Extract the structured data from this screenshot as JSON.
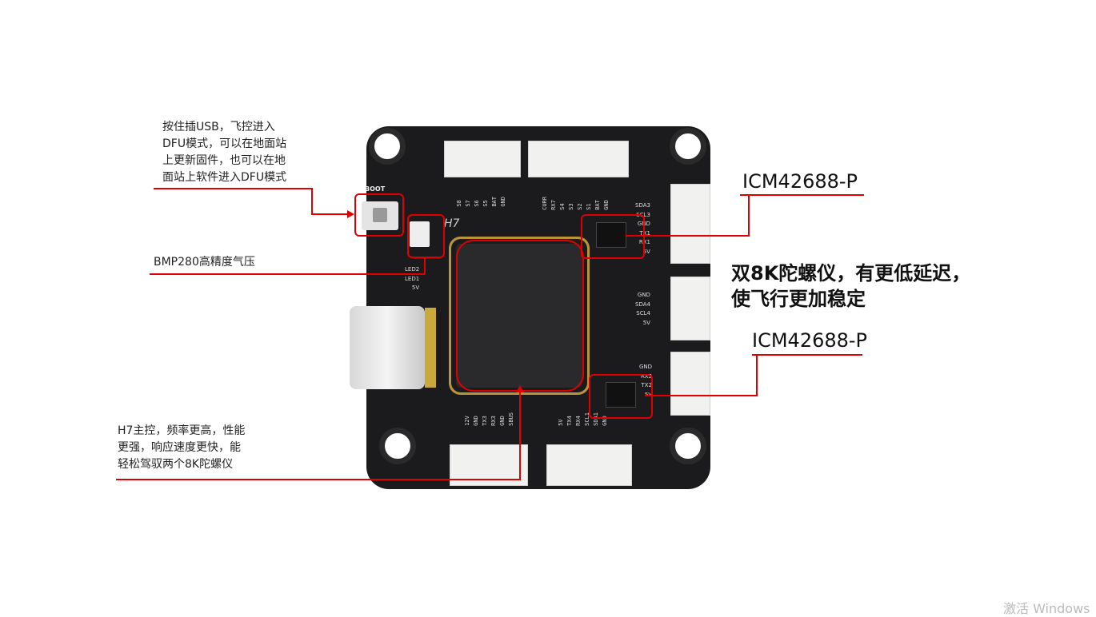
{
  "annotations": {
    "boot_note": [
      "按住插USB，飞控进入",
      "DFU模式，可以在地面站",
      "上更新固件，也可以在地",
      "面站上软件进入DFU模式"
    ],
    "baro_note": "BMP280高精度气压",
    "imu_top": "ICM42688-P",
    "imu_bottom": "ICM42688-P",
    "dual_gyro": [
      "双8K陀螺仪，有更低延迟，",
      "使飞行更加稳定"
    ],
    "mcu_note": [
      "H7主控，频率更高，性能",
      "更强，响应速度更快，能",
      "轻松驾驭两个8K陀螺仪"
    ]
  },
  "board": {
    "boot_label": "BOOT",
    "mcu_silk": "H7",
    "left_labels": [
      "LED2",
      "LED1",
      "5V"
    ],
    "top_left_pins": [
      "S8",
      "S7",
      "S6",
      "S5",
      "BAT",
      "GND"
    ],
    "top_right_pins": [
      "CURR",
      "RX7",
      "S4",
      "S3",
      "S2",
      "S1",
      "BAT",
      "GND"
    ],
    "right_pins_1": [
      "SDA3",
      "SCL3",
      "GND",
      "TX1",
      "RX1",
      "5V"
    ],
    "right_pins_2": [
      "GND",
      "SDA4",
      "SCL4",
      "5V"
    ],
    "right_pins_3": [
      "GND",
      "RX2",
      "TX2",
      "5V"
    ],
    "bottom_left_pins": [
      "12V",
      "GND",
      "TX3",
      "RX3",
      "GND",
      "SBUS"
    ],
    "bottom_right_pins": [
      "5V",
      "TX4",
      "RX4",
      "SCL1",
      "SDA1",
      "GND"
    ]
  },
  "watermark": "激活 Windows",
  "colors": {
    "annotation": "#e00000",
    "board": "#1b1b1d"
  }
}
